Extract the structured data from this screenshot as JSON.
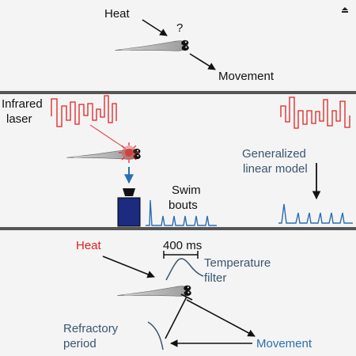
{
  "top_panel": {
    "heat_label": "Heat",
    "question_label": "?",
    "movement_label": "Movement"
  },
  "middle_panel": {
    "infrared_laser_label": [
      "Infrared",
      "laser"
    ],
    "swim_bouts_label": [
      "Swim",
      "bouts"
    ],
    "glm_label": [
      "Generalized",
      "linear model"
    ]
  },
  "bottom_panel": {
    "heat_label": "Heat",
    "scale_bar_label": "400 ms",
    "temperature_filter_label": [
      "Temperature",
      "filter"
    ],
    "refractory_label": [
      "Refractory",
      "period"
    ],
    "movement_label": "Movement"
  },
  "colors": {
    "red": "#e02020",
    "blue": "#2a6eb2",
    "slate": "#3b5470",
    "navy": "#1c2a80",
    "divider": "#555555"
  },
  "icons": [
    "export-icon",
    "zebrafish-larva-icon",
    "laser-source-icon",
    "camera-icon",
    "heat-trace-icon",
    "swim-bout-trace-icon"
  ]
}
